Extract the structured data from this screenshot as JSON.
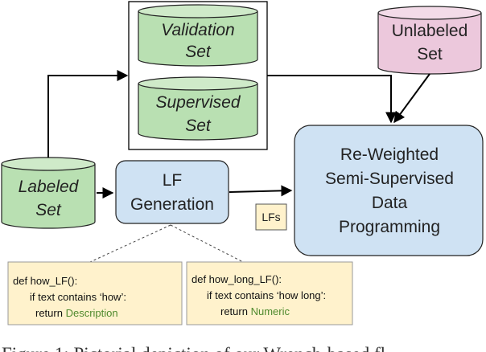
{
  "nodes": {
    "validation_set": [
      "Validation",
      "Set"
    ],
    "supervised_set": [
      "Supervised",
      "Set"
    ],
    "unlabeled_set": [
      "Unlabeled",
      "Set"
    ],
    "labeled_set": [
      "Labeled",
      "Set"
    ],
    "lf_generation": [
      "LF",
      "Generation"
    ],
    "rewighted_dp": [
      "Re-Weighted",
      "Semi-Supervised",
      "Data",
      "Programming"
    ]
  },
  "edge_label": "LFs",
  "code_left": {
    "line1": "def how_LF():",
    "line2": "if text contains ‘how’:",
    "line3_prefix": "return ",
    "line3_value": "Description"
  },
  "code_right": {
    "line1": "def how_long_LF():",
    "line2": "if text contains ‘how long’:",
    "line3_prefix": "return ",
    "line3_value": "Numeric"
  },
  "caption": "Figure 1: Pictorial depiction of our Wrench-based fl",
  "colors": {
    "green_fill": "#b9e0b2",
    "pink_fill": "#ecc8dc",
    "blue_fill": "#cfe2f3",
    "yellow_fill": "#fff2cc",
    "code_green": "#4f8a2e"
  }
}
